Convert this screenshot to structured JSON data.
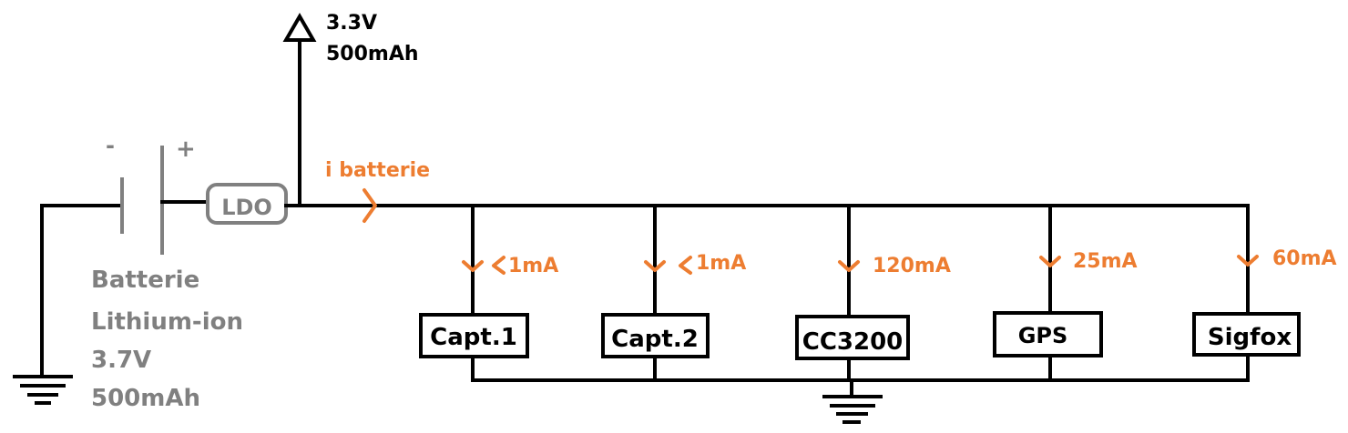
{
  "colors": {
    "wire": "#000000",
    "battery": "#808080",
    "current": "#ed7d31"
  },
  "supply": {
    "voltage": "3.3V",
    "capacity": "500mAh"
  },
  "battery": {
    "minus": "-",
    "plus": "+",
    "regulator": "LDO",
    "label_lines": [
      "Batterie",
      "Lithium-ion",
      "3.7V",
      "500mAh"
    ]
  },
  "main_current": "i batterie",
  "loads": [
    {
      "name": "Capt.1",
      "current": "1mA"
    },
    {
      "name": "Capt.2",
      "current": "1mA"
    },
    {
      "name": "CC3200",
      "current": "120mA"
    },
    {
      "name": "GPS",
      "current": "25mA"
    },
    {
      "name": "Sigfox",
      "current": "60mA"
    }
  ],
  "icons": [
    "ground-icon",
    "supply-arrow-icon",
    "current-arrow-icon",
    "battery-icon"
  ]
}
